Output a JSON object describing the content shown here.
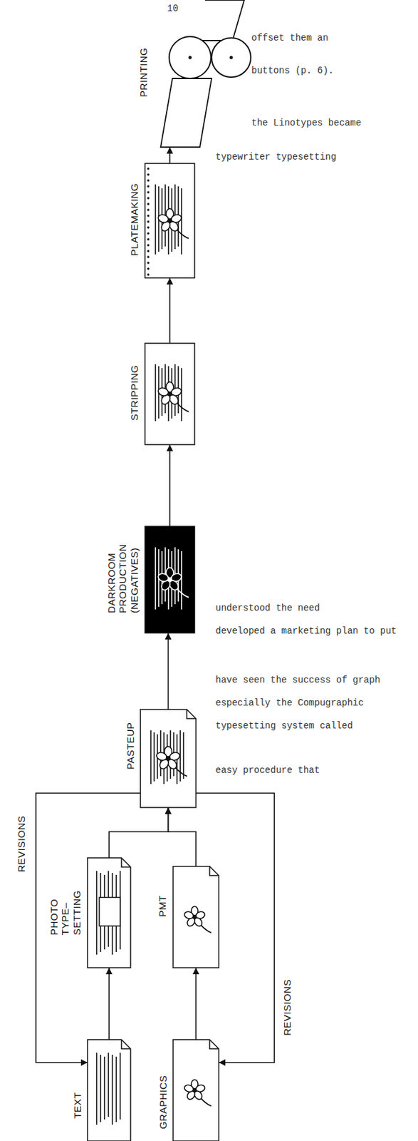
{
  "diagram": {
    "nodes": [
      {
        "text": [
          "TEXT"
        ]
      },
      {
        "text": [
          "GRAPHICS"
        ]
      },
      {
        "text": [
          "PHOTO TYPE– SETTING"
        ]
      },
      {
        "text": [
          "PMT"
        ]
      },
      {
        "text": [
          "PASTEUP"
        ]
      },
      {
        "text": [
          "DARKROOM PRODUCTION (NEGATIVES)"
        ]
      },
      {
        "text": [
          "STRIPPING"
        ]
      },
      {
        "text": [
          "PLATEMAKING"
        ]
      },
      {
        "text": [
          "PRINTING"
        ]
      }
    ],
    "edges": [
      {
        "from": 0,
        "to": 2,
        "arrow": "to"
      },
      {
        "from": 1,
        "to": 3,
        "arrow": "to"
      },
      {
        "from": 2,
        "to": 4,
        "arrow": "to"
      },
      {
        "from": 3,
        "to": 4,
        "arrow": "to"
      },
      {
        "from": 4,
        "to": 5,
        "arrow": "to"
      },
      {
        "from": 5,
        "to": 6,
        "arrow": "to"
      },
      {
        "from": 6,
        "to": 7,
        "arrow": "to"
      },
      {
        "from": 7,
        "to": 8,
        "arrow": "to"
      },
      {
        "from": 4,
        "to": 0,
        "label": "REVISIONS",
        "arrow": "to"
      },
      {
        "from": 4,
        "to": 1,
        "label": "REVISIONS",
        "arrow": "to"
      }
    ],
    "labels": [
      "10",
      "offset them an",
      "buttons (p. 6).",
      "the Linotypes became",
      "typewriter typesetting",
      "understood the need",
      "developed a marketing plan to put",
      "have seen the success of graph",
      "especially the Compugraphic",
      "typesetting system called",
      "easy procedure that"
    ]
  }
}
